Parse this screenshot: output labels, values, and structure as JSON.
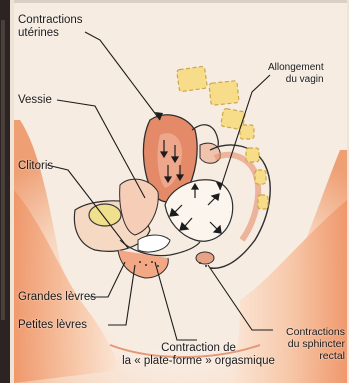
{
  "labels": {
    "contractions_uterines": [
      "Contractions",
      "utérines"
    ],
    "allongement_vagin": [
      "Allongement",
      "du vagin"
    ],
    "vessie": "Vessie",
    "clitoris": "Clitoris",
    "grandes_levres": "Grandes lèvres",
    "petites_levres": "Petites lèvres",
    "plate_forme": [
      "Contraction de",
      "la « plate-forme » orgasmique"
    ],
    "sphincter": [
      "Contractions",
      "du sphincter",
      "rectal"
    ]
  },
  "colors": {
    "background": "#f2d9c6",
    "skin": "#f1b48e",
    "tissue": "#e9a07a",
    "label_text": "#1b1b1b",
    "yellow_dashed": "#f7dc8a",
    "bladder": "#f0df8c"
  }
}
